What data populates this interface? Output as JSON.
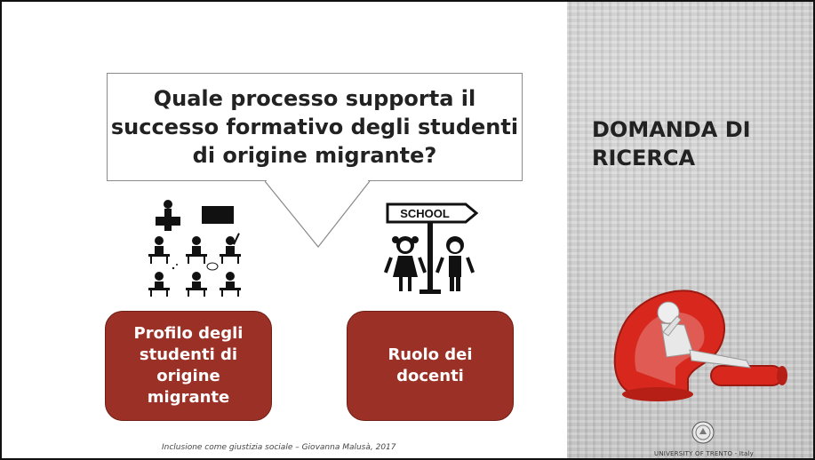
{
  "side": {
    "title": "DOMANDA DI RICERCA"
  },
  "question": {
    "line1": "Quale processo supporta il",
    "line2": "successo formativo degli studenti",
    "line3": "di origine migrante?"
  },
  "cards": {
    "left": {
      "line1": "Profilo degli",
      "line2": "studenti di",
      "line3": "origine migrante"
    },
    "right": {
      "line1": "Ruolo dei",
      "line2": "docenti"
    }
  },
  "school_sign": "SCHOOL",
  "footer": "Inclusione come giustizia sociale – Giovanna Malusà, 2017",
  "university": "UNIVERSITY OF TRENTO - Italy",
  "colors": {
    "card": "#9b3126",
    "panel": "#cfcfcf",
    "question_mark": "#d8281e"
  },
  "icons": [
    "classroom-icon",
    "school-children-icon",
    "armchair-question-icon",
    "university-seal-icon"
  ]
}
